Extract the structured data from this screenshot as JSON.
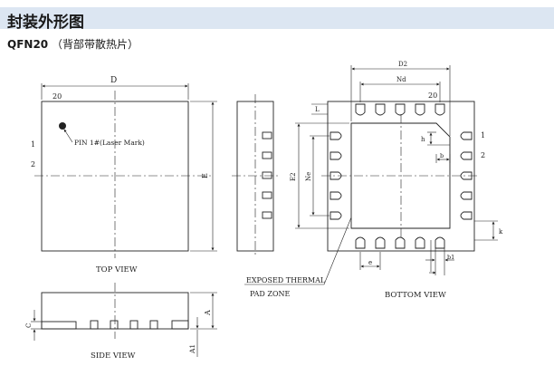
{
  "header": {
    "title": "封装外形图",
    "package_name": "QFN20",
    "package_note": "（背部带散热片）"
  },
  "top_view": {
    "caption": "TOP VIEW",
    "dim_d": "D",
    "dim_e": "E",
    "pin_count_label": "20",
    "pin1_label": "1",
    "pin2_label": "2",
    "pin1_note": "PIN 1#(Laser Mark)"
  },
  "side_view": {
    "caption": "SIDE VIEW",
    "dim_c": "C",
    "dim_a": "A",
    "dim_a1": "A1"
  },
  "bottom_view": {
    "caption": "BOTTOM VIEW",
    "dim_d2": "D2",
    "dim_nd": "Nd",
    "dim_e2": "E2",
    "dim_ne": "Ne",
    "dim_h": "h",
    "dim_b": "b",
    "dim_k": "k",
    "dim_e": "e",
    "dim_b1": "b1",
    "dim_l": "L",
    "pin1_label": "1",
    "pin2_label": "2",
    "pin20_label": "20"
  },
  "annotation": {
    "line1": "EXPOSED THERMAL",
    "line2": "PAD ZONE"
  }
}
